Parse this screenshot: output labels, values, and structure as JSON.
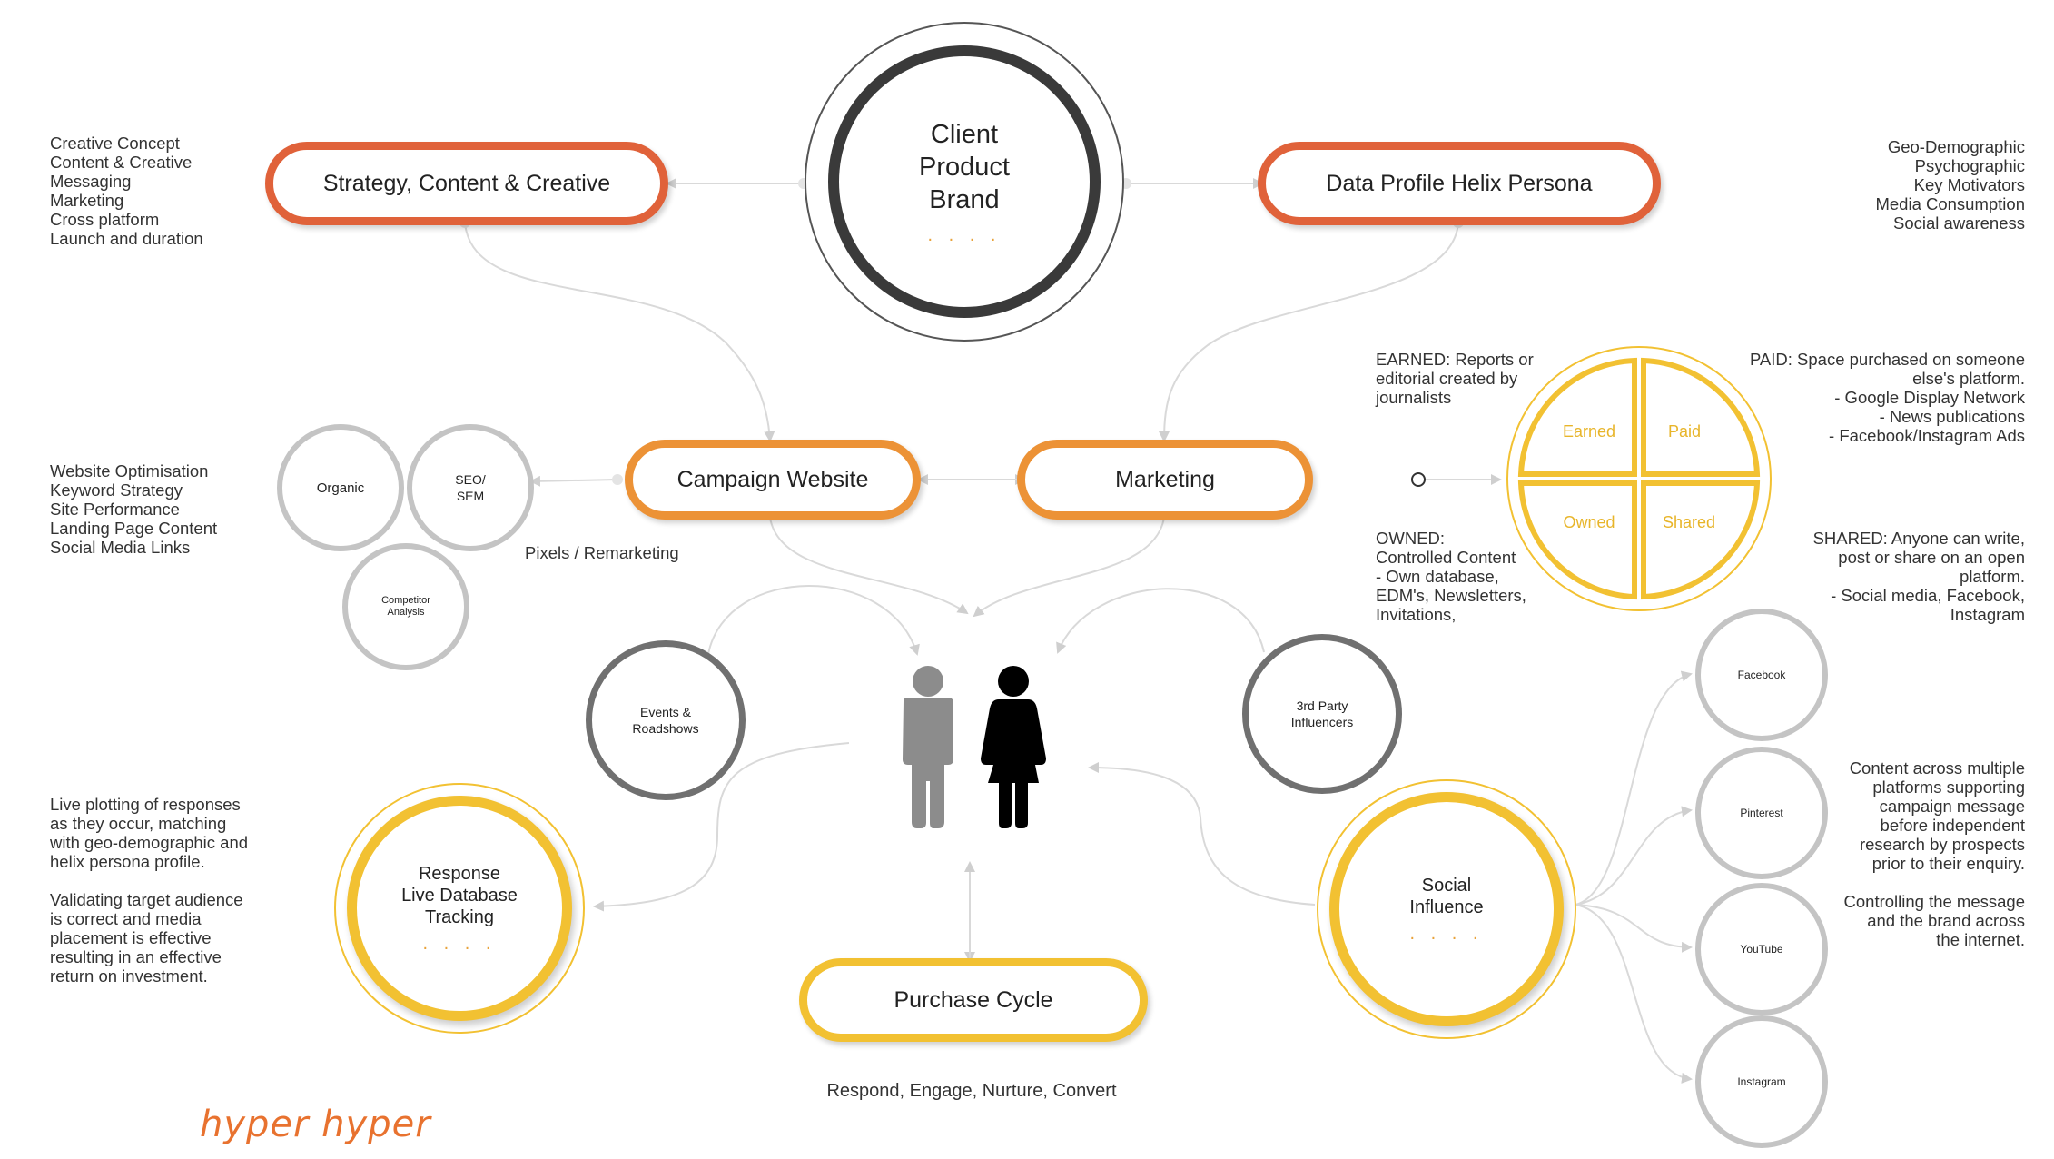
{
  "center": {
    "line1": "Client",
    "line2": "Product",
    "line3": "Brand",
    "dots": ". . . ."
  },
  "pills": {
    "strategy": "Strategy, Content & Creative",
    "data_profile": "Data Profile Helix Persona",
    "campaign_website": "Campaign Website",
    "marketing": "Marketing",
    "purchase_cycle": "Purchase Cycle"
  },
  "notes": {
    "strategy": "Creative Concept\nContent & Creative\nMessaging\nMarketing\nCross platform\nLaunch and duration",
    "data_profile": "Geo-Demographic\nPsychographic\nKey Motivators\nMedia Consumption\nSocial awareness",
    "website": "Website Optimisation\nKeyword Strategy\nSite Performance\nLanding Page Content\nSocial Media Links",
    "pixels": "Pixels / Remarketing",
    "earned": "EARNED: Reports or\neditorial created by\njournalists",
    "paid": "PAID: Space purchased on someone\nelse's platform.\n-  Google Display Network\n-  News publications\n-  Facebook/Instagram Ads",
    "owned": "OWNED:\nControlled Content\n  - Own database,\n      EDM's, Newsletters,\n      Invitations,",
    "shared": "SHARED:  Anyone can write,\npost or share on an open\nplatform.\n-  Social media, Facebook,\nInstagram",
    "response": "Live plotting of responses\nas they occur, matching\nwith geo-demographic and\nhelix persona profile.\n\nValidating target audience\nis correct and media\nplacement is effective\nresulting in an effective\nreturn on investment.",
    "social": "Content across multiple\nplatforms supporting\ncampaign message\nbefore independent\nresearch by prospects\nprior to their enquiry.\n\nControlling the message\nand the brand across\nthe internet.",
    "purchase": "Respond, Engage, Nurture, Convert"
  },
  "seo_circles": {
    "organic": "Organic",
    "seo": "SEO/\nSEM",
    "competitor": "Competitor\nAnalysis"
  },
  "quadrants": {
    "earned": "Earned",
    "paid": "Paid",
    "owned": "Owned",
    "shared": "Shared"
  },
  "events": "Events &\nRoadshows",
  "influencers": "3rd Party\nInfluencers",
  "response": {
    "title": "Response\nLive Database\nTracking",
    "dots": ". . . ."
  },
  "social_influence": {
    "title": "Social\nInfluence",
    "dots": ". . . ."
  },
  "platforms": [
    "Facebook",
    "Pinterest",
    "YouTube",
    "Instagram"
  ],
  "logo": "hyper hyper",
  "colors": {
    "strategy_orange": "#e0623a",
    "website_orange": "#ec9236",
    "yellow": "#f2c132",
    "dark_ring": "#3a3a3a",
    "grey_ring": "#c4c4c4",
    "event_ring": "#707070",
    "person_grey": "#8c8c8c",
    "person_black": "#000000"
  }
}
